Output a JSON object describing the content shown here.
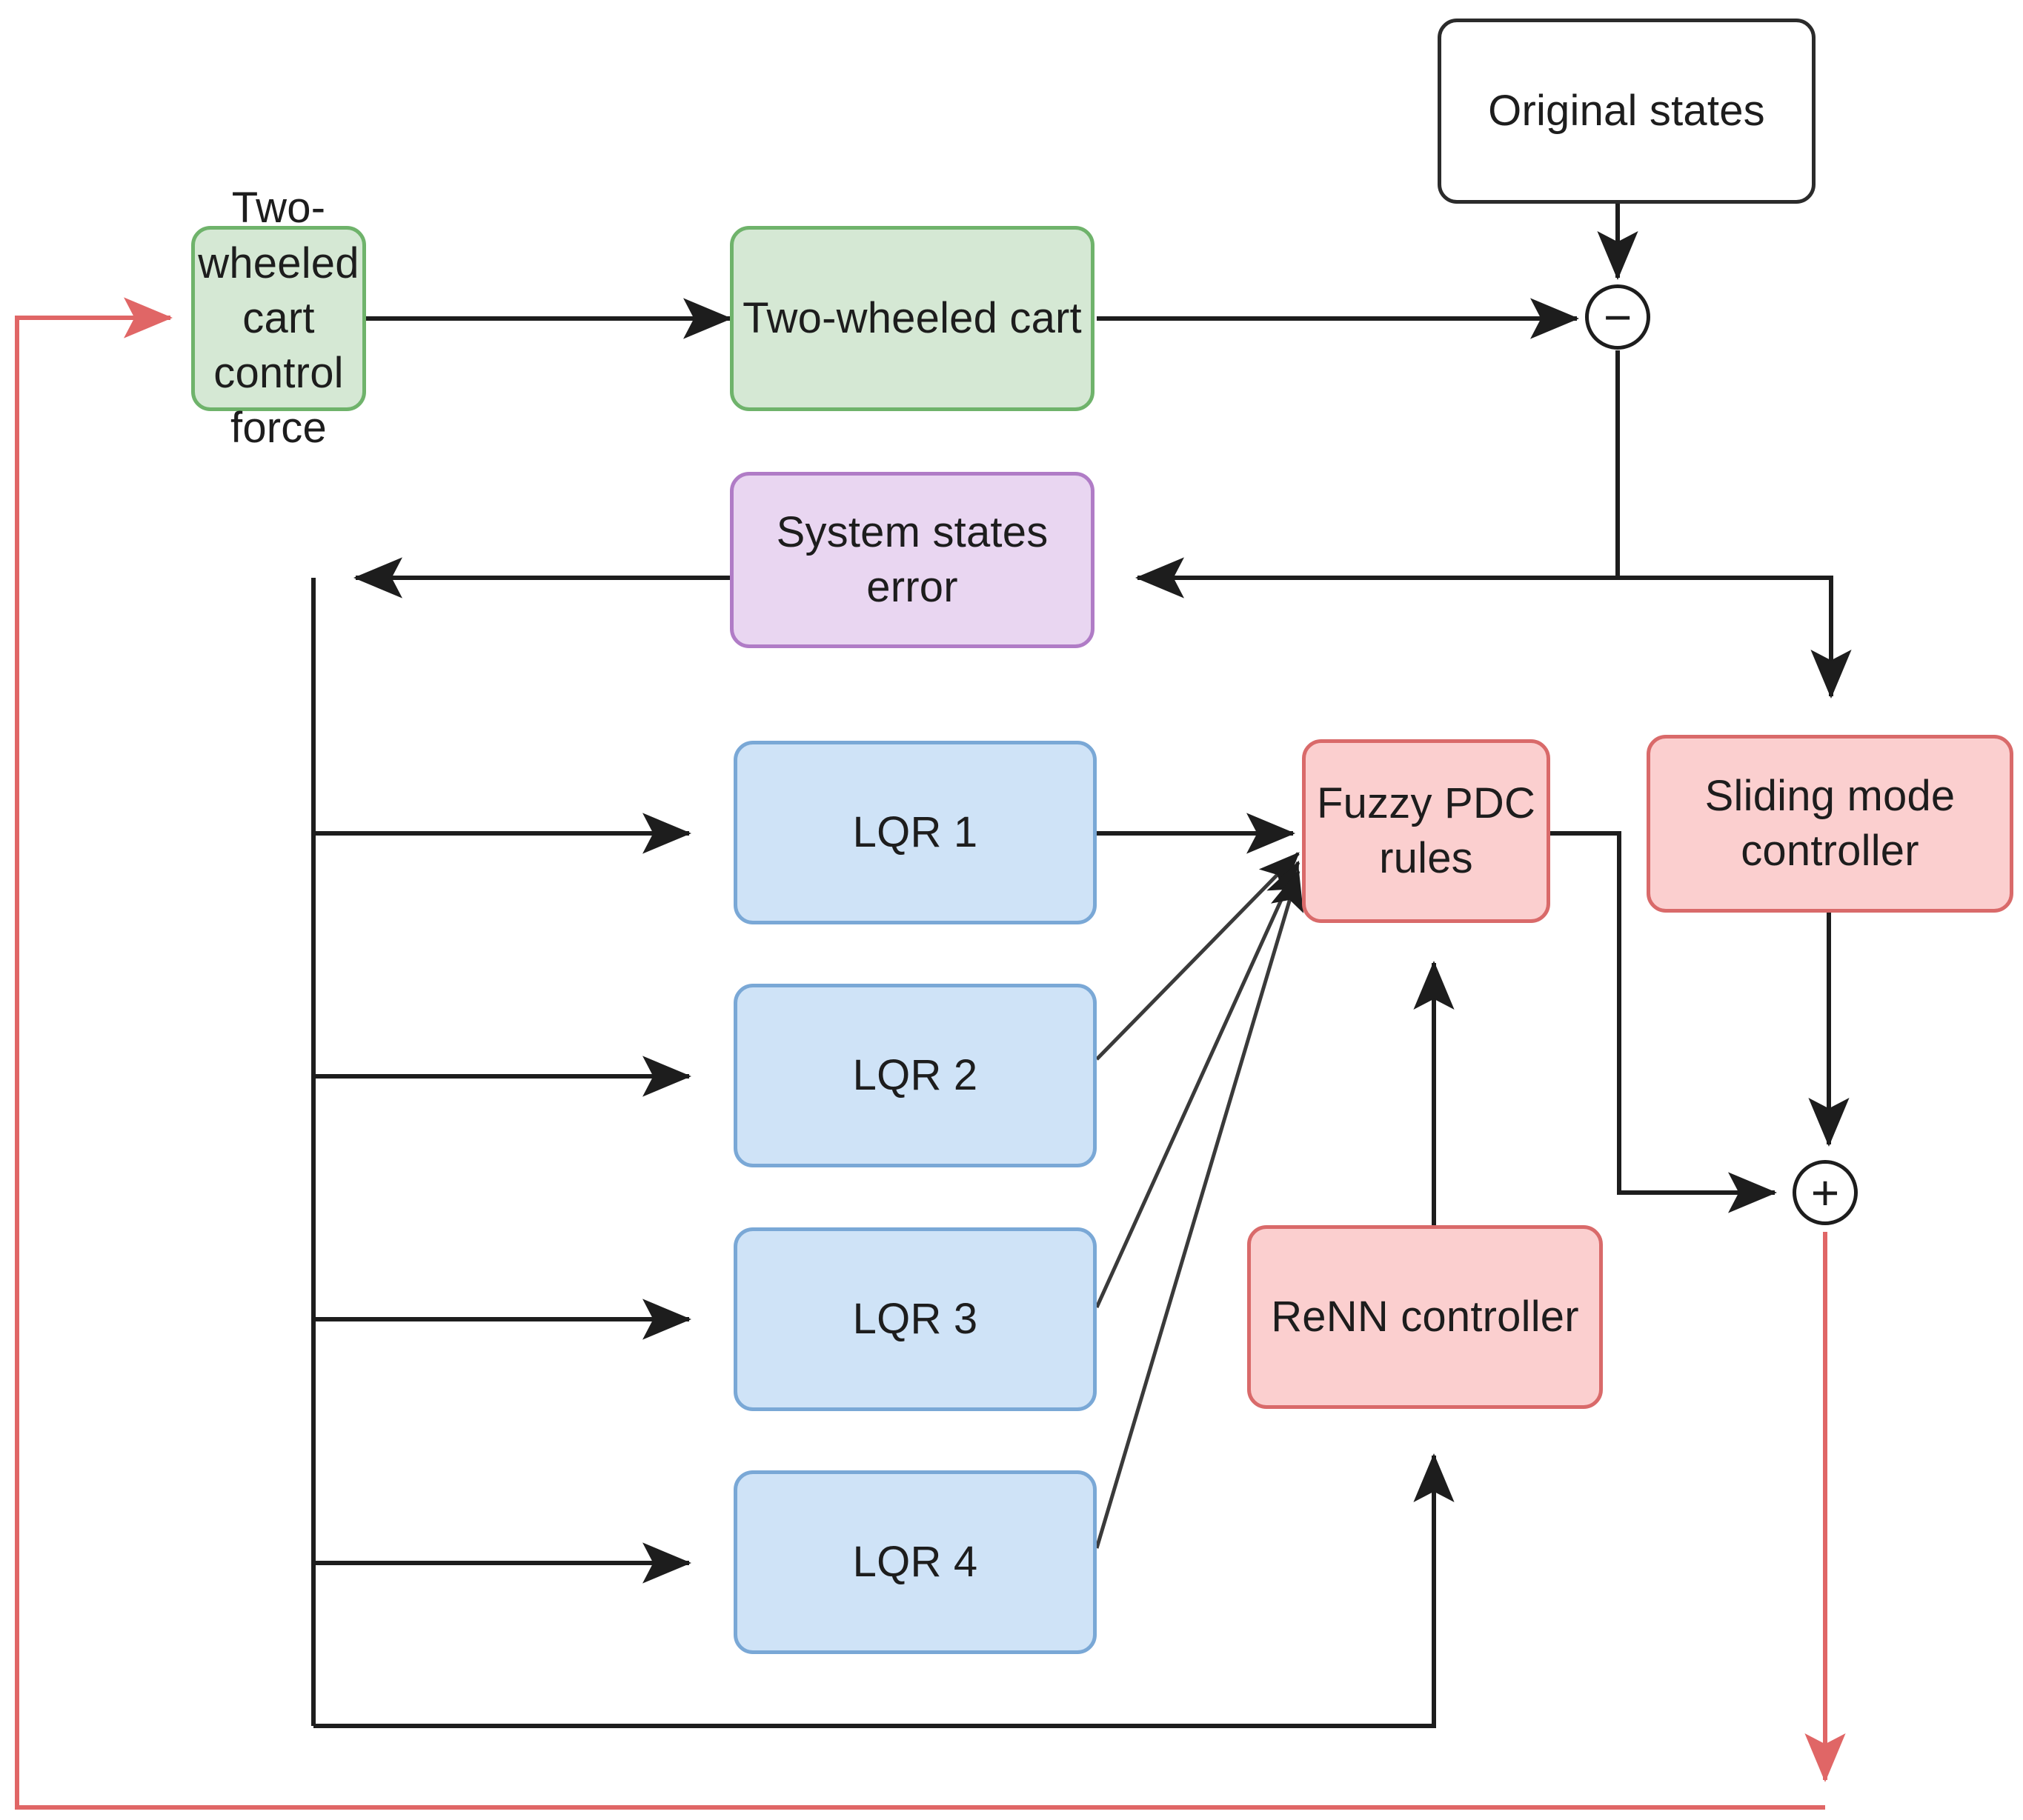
{
  "diagram": {
    "title": "Two-wheeled cart hybrid fuzzy LQR / sliding-mode / ReNN control block diagram",
    "colors": {
      "green_fill": "#d5e8d4",
      "green_stroke": "#6fb36b",
      "purple_fill": "#e9d6f1",
      "purple_stroke": "#b07cc6",
      "blue_fill": "#cfe3f7",
      "blue_stroke": "#7aa8d6",
      "red_fill": "#fbcfcf",
      "red_stroke": "#d96a6a",
      "plain_fill": "#ffffff",
      "plain_stroke": "#2b2b2b",
      "wire_black": "#1d1d1d",
      "wire_red": "#e06666"
    },
    "nodes": {
      "original_states": "Original states",
      "cart_control_force": "Two-wheeled cart\ncontrol force",
      "two_wheeled_cart": "Two-wheeled cart",
      "system_states_error": "System states\nerror",
      "lqr1": "LQR 1",
      "lqr2": "LQR 2",
      "lqr3": "LQR 3",
      "lqr4": "LQR 4",
      "fuzzy_pdc_rules": "Fuzzy PDC\nrules",
      "renn_controller": "ReNN controller",
      "sliding_mode_controller": "Sliding mode\ncontroller"
    },
    "operators": {
      "subtract": "−",
      "add": "+"
    },
    "edges": [
      {
        "from": "feedback-sum",
        "to": "cart_control_force",
        "color": "red"
      },
      {
        "from": "cart_control_force",
        "to": "two_wheeled_cart",
        "color": "black"
      },
      {
        "from": "two_wheeled_cart",
        "to": "subtract",
        "color": "black"
      },
      {
        "from": "original_states",
        "to": "subtract",
        "color": "black"
      },
      {
        "from": "subtract",
        "to": "system_states_error",
        "color": "black"
      },
      {
        "from": "subtract",
        "to": "sliding_mode_controller",
        "color": "black"
      },
      {
        "from": "system_states_error",
        "to": "state-bus",
        "color": "black"
      },
      {
        "from": "state-bus",
        "to": "lqr1",
        "color": "black"
      },
      {
        "from": "state-bus",
        "to": "lqr2",
        "color": "black"
      },
      {
        "from": "state-bus",
        "to": "lqr3",
        "color": "black"
      },
      {
        "from": "state-bus",
        "to": "lqr4",
        "color": "black"
      },
      {
        "from": "state-bus",
        "to": "renn_controller",
        "color": "black"
      },
      {
        "from": "lqr1",
        "to": "fuzzy_pdc_rules",
        "color": "black"
      },
      {
        "from": "lqr2",
        "to": "fuzzy_pdc_rules",
        "color": "black"
      },
      {
        "from": "lqr3",
        "to": "fuzzy_pdc_rules",
        "color": "black"
      },
      {
        "from": "lqr4",
        "to": "fuzzy_pdc_rules",
        "color": "black"
      },
      {
        "from": "renn_controller",
        "to": "fuzzy_pdc_rules",
        "color": "black"
      },
      {
        "from": "fuzzy_pdc_rules",
        "to": "add",
        "color": "black"
      },
      {
        "from": "sliding_mode_controller",
        "to": "add",
        "color": "black"
      },
      {
        "from": "add",
        "to": "cart_control_force",
        "color": "red"
      }
    ]
  }
}
